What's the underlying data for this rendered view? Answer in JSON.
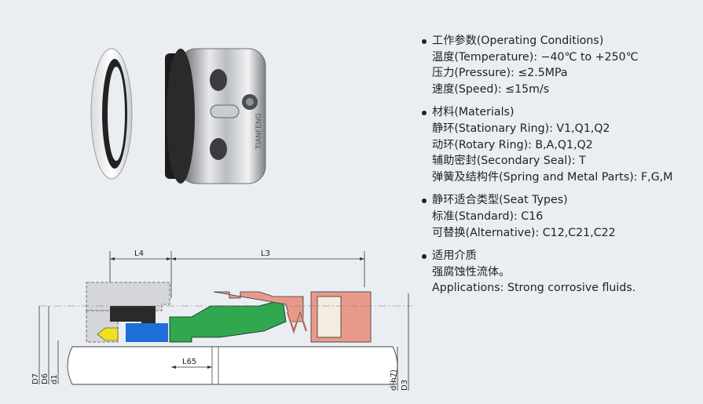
{
  "spec": {
    "groups": [
      {
        "title": "工作参数(Operating Conditions)",
        "items": [
          "温度(Temperature): −40℃ to +250℃",
          "压力(Pressure): ≤2.5MPa",
          "速度(Speed): ≤15m/s"
        ]
      },
      {
        "title": "材料(Materials)",
        "items": [
          "静环(Stationary Ring): V1,Q1,Q2",
          "动环(Rotary Ring): B,A,Q1,Q2",
          "辅助密封(Secondary Seal): T",
          "弹簧及结构件(Spring and Metal Parts): F,G,M"
        ]
      },
      {
        "title": "静环适合类型(Seat Types)",
        "items": [
          "标准(Standard): C16",
          "可替换(Alternative): C12,C21,C22"
        ]
      },
      {
        "title": "适用介质",
        "items": [
          "强腐蚀性流体。",
          "Applications: Strong corrosive fluids."
        ]
      }
    ]
  },
  "drawing": {
    "labels": {
      "l4": "L4",
      "l3": "L3",
      "l65": "L65",
      "d7": "D7",
      "d6": "D6",
      "d1": "d1",
      "dh7": "d(h7)",
      "d3": "D3"
    },
    "colors": {
      "seat": "#2a2a2a",
      "seat_insert": "#1e6fd8",
      "rotary_face": "#2fa84f",
      "metal_parts": "#e89a8a",
      "grub_screw": "#f0e020",
      "gland": "#d4d6d9",
      "shaft": "#ffffff"
    }
  },
  "photo": {
    "brand_mark": "TIANFENG"
  }
}
